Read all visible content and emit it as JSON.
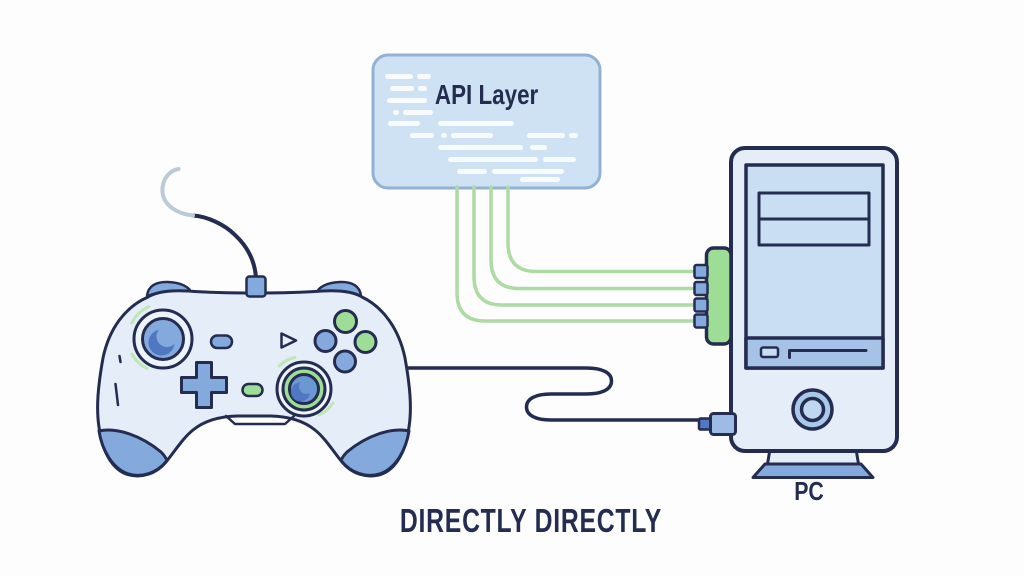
{
  "labels": {
    "api_box": "API Layer",
    "pc": "PC",
    "caption": "DIRECTLY DIRECTLY"
  },
  "colors": {
    "background": "#fdfdfe",
    "ink": "#242c50",
    "body_light": "#e5edf8",
    "panel_blue": "#c9def2",
    "strip_blue": "#a6c2e6",
    "api_fill": "#cfe2f4",
    "api_border": "#93b2d3",
    "mid_blue": "#84aadd",
    "blue2": "#6b97d3",
    "deep_blue": "#5078c2",
    "plug_blue": "#9cbce6",
    "power_blue": "#a9c9ea",
    "power_inner": "#bfd7f1",
    "ring_light": "#edf3fb",
    "green_fill": "#9edd96",
    "green_line": "#aedaa4",
    "green_soft": "#bfe8b5",
    "curl_gray": "#bcc9d7",
    "dash_white": "#ffffff"
  },
  "illustration": {
    "parts": [
      "game-controller",
      "api-layer-box",
      "api-connection-lines",
      "pc-tower",
      "io-ports-panel",
      "usb-cable"
    ]
  }
}
